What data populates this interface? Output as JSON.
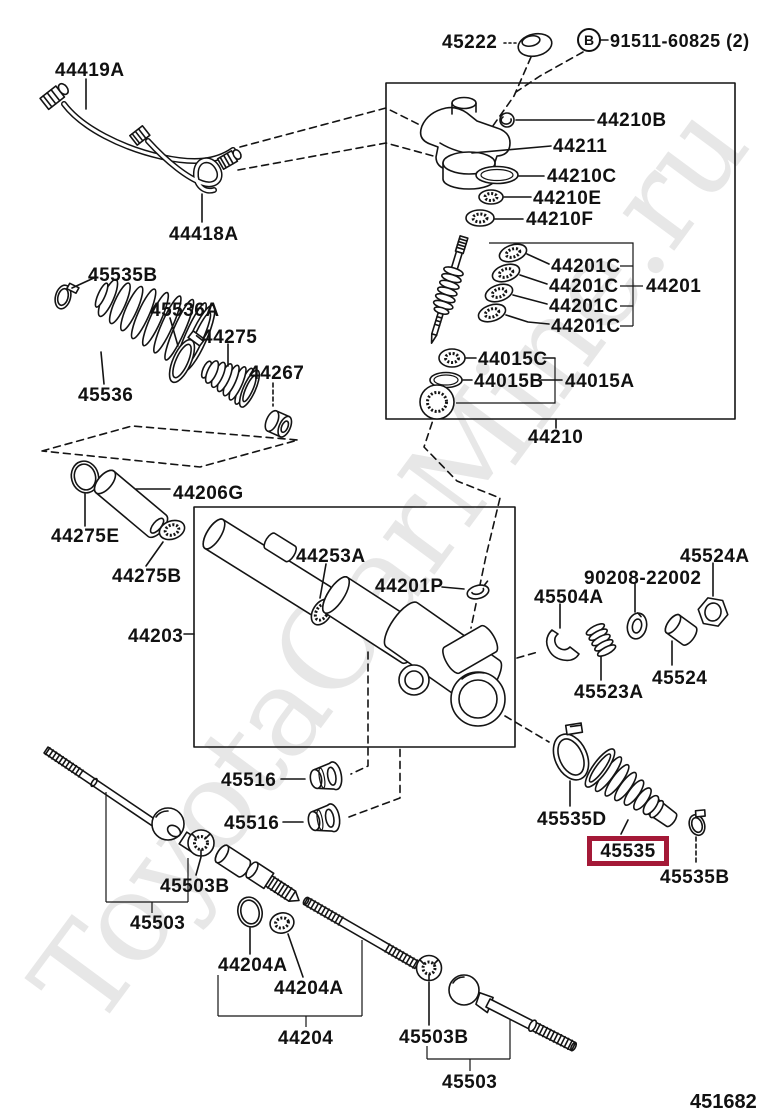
{
  "figure": {
    "number": "451682",
    "highlighted_part": "45535"
  },
  "watermark": {
    "text": "ToyotaCarMine.ru"
  },
  "colors": {
    "line": "#141414",
    "highlight_box": "#a41937",
    "watermark": "#e7e7e7"
  },
  "labels": {
    "n45222": "45222",
    "bolt_letter": "B",
    "n91511": "91511-60825 (2)",
    "n44419A": "44419A",
    "n44418A": "44418A",
    "n44210B": "44210B",
    "n44211": "44211",
    "n44210C": "44210C",
    "n44210E": "44210E",
    "n44210F": "44210F",
    "n44201C": "44201C",
    "n44201": "44201",
    "n44015C": "44015C",
    "n44015B": "44015B",
    "n44015A": "44015A",
    "n44210": "44210",
    "n45535B": "45535B",
    "n45536A": "45536A",
    "n44275": "44275",
    "n44267": "44267",
    "n45536": "45536",
    "n44275E": "44275E",
    "n44206G": "44206G",
    "n44275B": "44275B",
    "n44203": "44203",
    "n44253A": "44253A",
    "n44201P": "44201P",
    "n45524A": "45524A",
    "n90208": "90208-22002",
    "n45504A": "45504A",
    "n45523A": "45523A",
    "n45524": "45524",
    "n45516": "45516",
    "n45535D": "45535D",
    "n45535": "45535",
    "n45503B": "45503B",
    "n45503": "45503",
    "n44204A": "44204A",
    "n44204": "44204"
  }
}
